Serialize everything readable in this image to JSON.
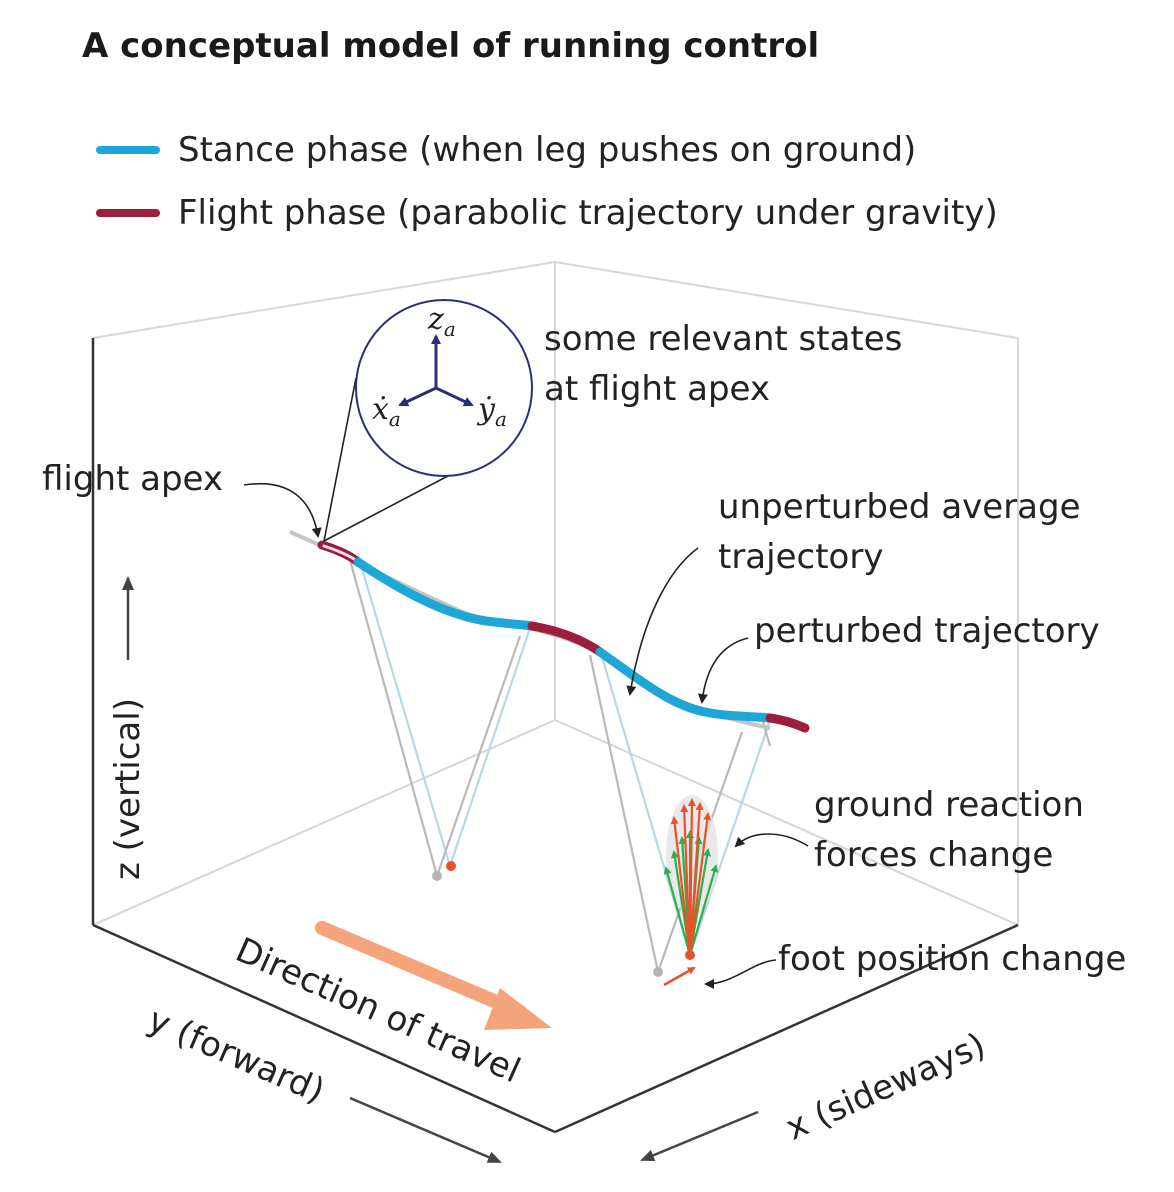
{
  "title": "A conceptual model of running control",
  "legend": [
    {
      "label": "Stance phase (when leg pushes on ground)",
      "color": "#1ea6d6"
    },
    {
      "label": "Flight phase (parabolic trajectory under gravity)",
      "color": "#9b1f3c"
    }
  ],
  "apex_states": {
    "z": "z",
    "z_sub": "a",
    "x_dot": "ẋ",
    "x_sub": "a",
    "y_dot": "ẏ",
    "y_sub": "a",
    "caption_line1": "some relevant states",
    "caption_line2": "at flight apex"
  },
  "annotations": {
    "flight_apex": "flight apex",
    "unperturbed_line1": "unperturbed average",
    "unperturbed_line2": "trajectory",
    "perturbed": "perturbed trajectory",
    "grf_line1": "ground reaction",
    "grf_line2": "forces change",
    "foot_change": "foot position change"
  },
  "axes": {
    "z": "z (vertical)",
    "y": "y (forward)",
    "x": "x (sideways)",
    "direction": "Direction of travel"
  },
  "colors": {
    "stance": "#1ea6d6",
    "flight": "#9b1f3c",
    "force_perturbed": "#e8522a",
    "force_unperturbed": "#2fae4a",
    "direction_arrow": "#f4a37a",
    "apex_axes": "#2b2f7a"
  }
}
